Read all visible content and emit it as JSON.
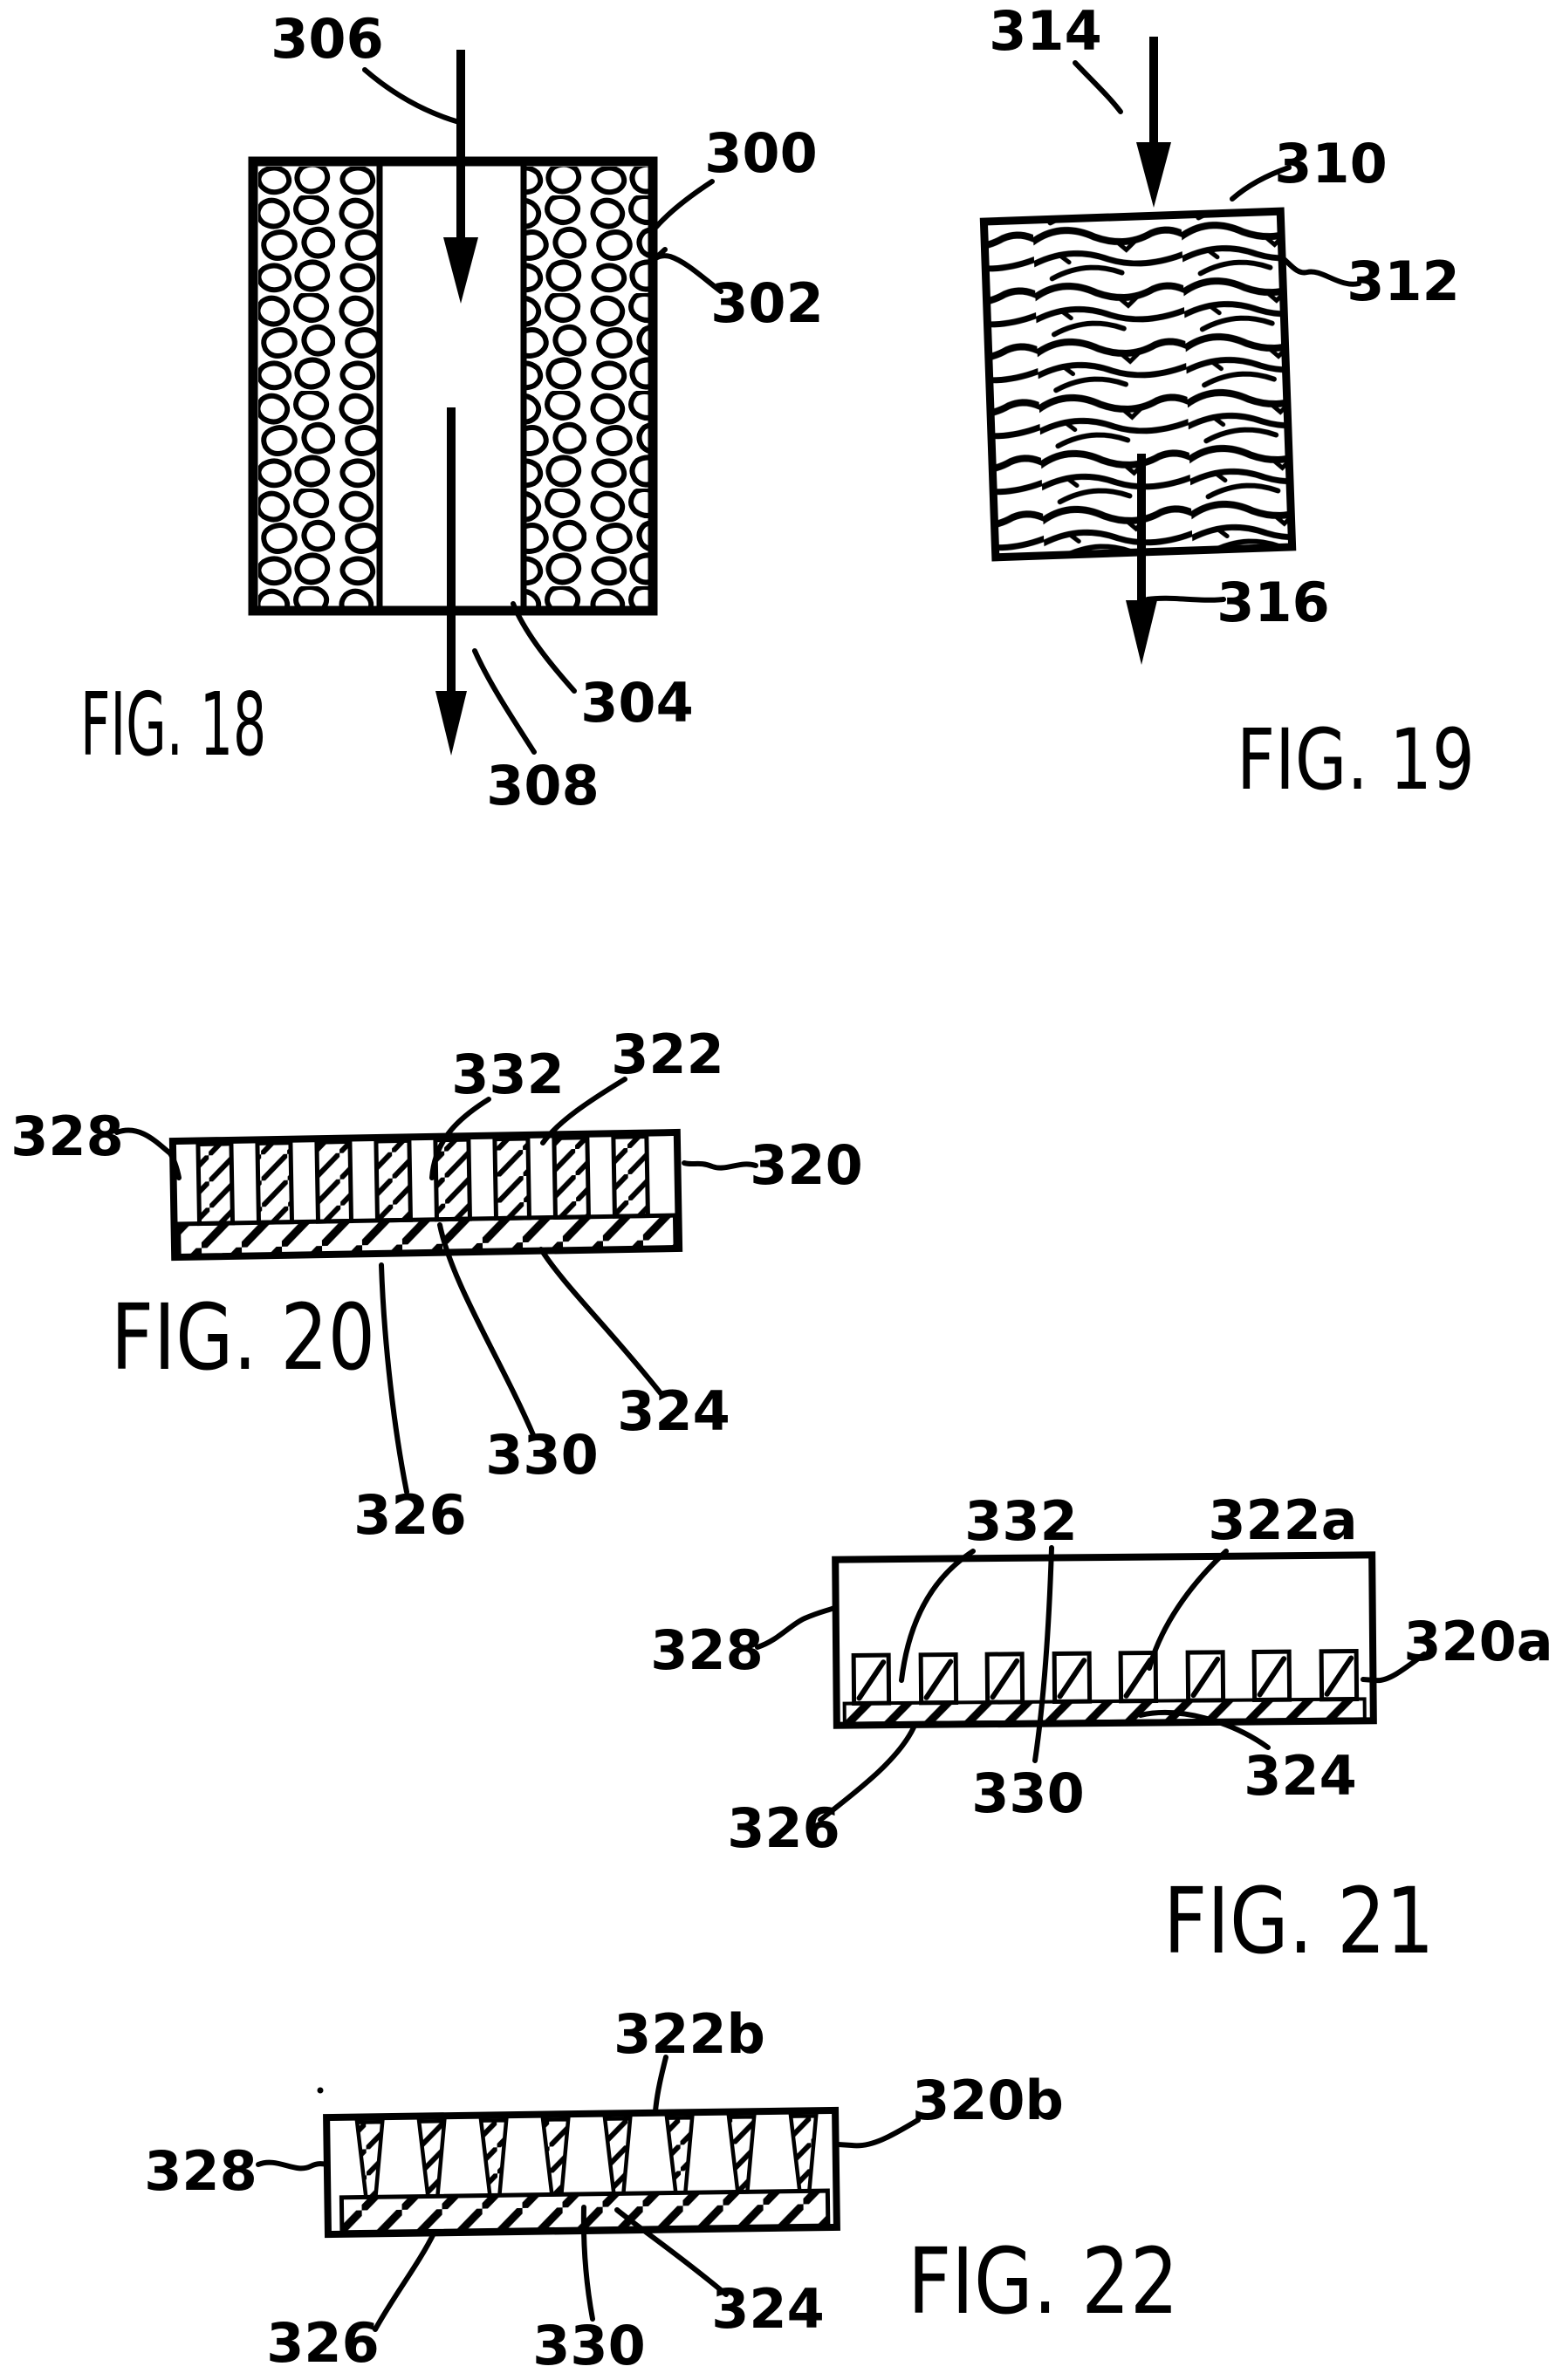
{
  "page": {
    "background": "#ffffff",
    "ink": "#000000"
  },
  "figures": {
    "fig18": {
      "caption": "FIG. 18",
      "labels": {
        "n306": "306",
        "n300": "300",
        "n302": "302",
        "n304": "304",
        "n308": "308"
      }
    },
    "fig19": {
      "caption": "FIG. 19",
      "labels": {
        "n314": "314",
        "n310": "310",
        "n312": "312",
        "n316": "316"
      }
    },
    "fig20": {
      "caption": "FIG. 20",
      "labels": {
        "n328": "328",
        "n332": "332",
        "n322": "322",
        "n320": "320",
        "n324": "324",
        "n330": "330",
        "n326": "326"
      }
    },
    "fig21": {
      "caption": "FIG. 21",
      "labels": {
        "n332": "332",
        "n322a": "322a",
        "n328": "328",
        "n320a": "320a",
        "n326": "326",
        "n330": "330",
        "n324": "324"
      }
    },
    "fig22": {
      "caption": "FIG. 22",
      "labels": {
        "n322b": "322b",
        "n320b": "320b",
        "n328": "328",
        "n326": "326",
        "n330": "330",
        "n324": "324"
      }
    }
  }
}
